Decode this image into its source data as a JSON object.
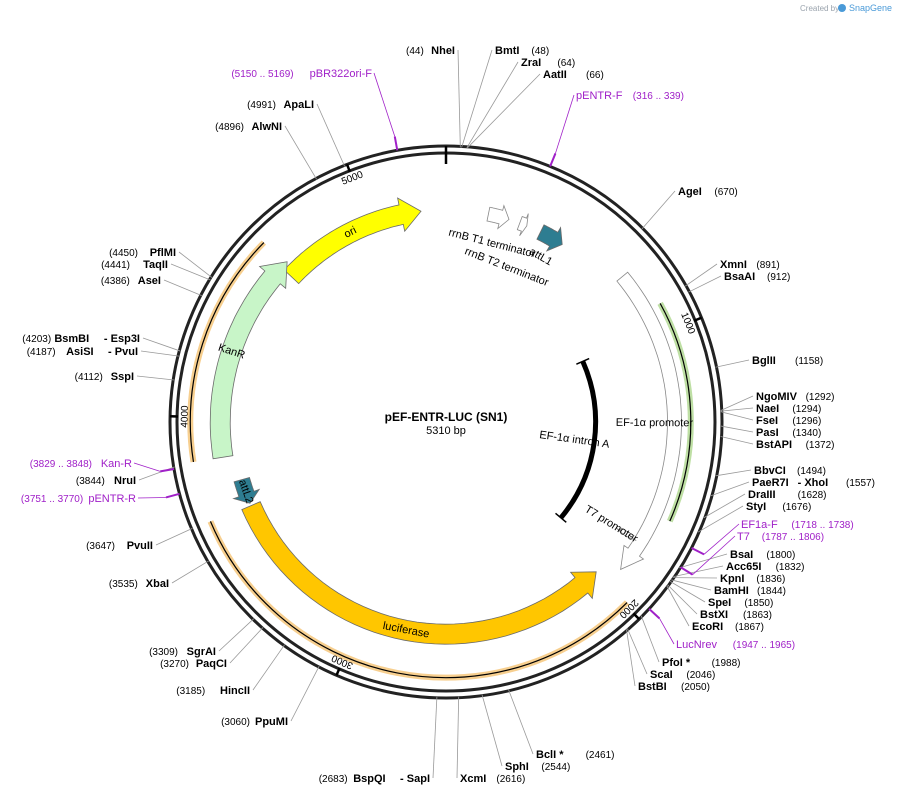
{
  "credit": {
    "prefix": "Created by",
    "brand": "SnapGene"
  },
  "plasmid": {
    "name": "pEF-ENTR-LUC (SN1)",
    "size": "5310 bp",
    "length": 5310
  },
  "ticks": [
    {
      "bp": 1000,
      "label": "1000"
    },
    {
      "bp": 2000,
      "label": "2000"
    },
    {
      "bp": 3000,
      "label": "3000"
    },
    {
      "bp": 4000,
      "label": "4000"
    },
    {
      "bp": 5000,
      "label": "5000"
    }
  ],
  "features": [
    {
      "name": "ori",
      "label": "ori",
      "start": 4620,
      "end": 5210,
      "dir": 1,
      "color": "#ffff00",
      "ring": 0.78,
      "arrow": "thick"
    },
    {
      "name": "rrnB-T1-terminator",
      "label": "rrnB T1 terminator",
      "start": 170,
      "end": 255,
      "dir": 1,
      "color": "#ffffff",
      "ring": 0.78,
      "arrow": "outline"
    },
    {
      "name": "rrnB-T2-terminator",
      "label": "rrnB T2 terminator",
      "start": 300,
      "end": 330,
      "dir": 1,
      "color": "#ffffff",
      "ring": 0.78,
      "arrow": "outline"
    },
    {
      "name": "attL1",
      "label": "attL1",
      "start": 390,
      "end": 490,
      "dir": 1,
      "color": "#2e7d91",
      "ring": 0.78,
      "arrow": "small"
    },
    {
      "name": "EF-1a-promoter",
      "label": "EF-1α promoter",
      "start": 745,
      "end": 1920,
      "dir": 1,
      "color": "#ffffff",
      "ring": 0.84,
      "arrow": "outline"
    },
    {
      "name": "EF-1a-intron-A",
      "label": "EF-1α intron A",
      "start": 975,
      "end": 1915,
      "dir": 0,
      "color": "#000000",
      "ring": 0.55,
      "arrow": "line"
    },
    {
      "name": "T7-promoter",
      "label": "T7 promoter",
      "start": 1787,
      "end": 1806,
      "dir": 1,
      "color": "#ffffff",
      "ring": 0.78,
      "arrow": "outline"
    },
    {
      "name": "luciferase",
      "label": "luciferase",
      "start": 1990,
      "end": 3640,
      "dir": -1,
      "color": "#ffc600",
      "ring": 0.78,
      "arrow": "thick"
    },
    {
      "name": "attL2",
      "label": "attL2",
      "start": 3650,
      "end": 3750,
      "dir": -1,
      "color": "#2e7d91",
      "ring": 0.78,
      "arrow": "small"
    },
    {
      "name": "KanR",
      "label": "KanR",
      "start": 3850,
      "end": 4650,
      "dir": 1,
      "color": "#c8f5c8",
      "ring": 0.83,
      "arrow": "thick"
    }
  ],
  "orfs": [
    {
      "name": "orf-inner-1000",
      "start": 900,
      "end": 1680,
      "dir": 1,
      "color": "#7ec04a",
      "ring": 0.9
    },
    {
      "name": "orf-luciferase",
      "start": 1990,
      "end": 3645,
      "dir": -1,
      "color": "#f0a020",
      "ring": 0.94
    },
    {
      "name": "orf-kanr",
      "start": 3850,
      "end": 4640,
      "dir": 1,
      "color": "#f0a020",
      "ring": 0.94
    }
  ],
  "primers": [
    {
      "label": "pBR322ori-F",
      "range": "(5150 .. 5169)",
      "bp": 5160,
      "dir": 1
    },
    {
      "label": "pENTR-F",
      "range": "(316 .. 339)",
      "bp": 327,
      "dir": 1
    },
    {
      "label": "EF1a-F",
      "range": "(1718 .. 1738)",
      "bp": 1728,
      "dir": 1
    },
    {
      "label": "T7",
      "range": "(1787 .. 1806)",
      "bp": 1796,
      "dir": 1
    },
    {
      "label": "LucNrev",
      "range": "(1947 .. 1965)",
      "bp": 1956,
      "dir": -1
    },
    {
      "label": "Kan-R",
      "range": "(3829 .. 3848)",
      "bp": 3838,
      "dir": -1
    },
    {
      "label": "pENTR-R",
      "range": "(3751 .. 3770)",
      "bp": 3760,
      "dir": -1
    }
  ],
  "sites_right": [
    {
      "name": "AgeI",
      "pos": "(670)",
      "bp": 670
    },
    {
      "name": "XmnI",
      "pos": "(891)",
      "bp": 891
    },
    {
      "name": "BsaAI",
      "pos": "(912)",
      "bp": 912
    },
    {
      "name": "BglII",
      "pos": "(1158)",
      "bp": 1158
    },
    {
      "name": "NgoMIV",
      "pos": "(1292)",
      "bp": 1292
    },
    {
      "name": "NaeI",
      "pos": "(1294)",
      "bp": 1294
    },
    {
      "name": "FseI",
      "pos": "(1296)",
      "bp": 1296
    },
    {
      "name": "PasI",
      "pos": "(1340)",
      "bp": 1340
    },
    {
      "name": "BstAPI",
      "pos": "(1372)",
      "bp": 1372
    },
    {
      "name": "BbvCI",
      "pos": "(1494)",
      "bp": 1494
    },
    {
      "name": "PaeR7I",
      "pos": "(1557)",
      "bp": 1557,
      "extra": "- XhoI"
    },
    {
      "name": "DraIII",
      "pos": "(1628)",
      "bp": 1628
    },
    {
      "name": "StyI",
      "pos": "(1676)",
      "bp": 1676
    },
    {
      "name": "BsaI",
      "pos": "(1800)",
      "bp": 1800
    },
    {
      "name": "Acc65I",
      "pos": "(1832)",
      "bp": 1832
    },
    {
      "name": "KpnI",
      "pos": "(1836)",
      "bp": 1836
    },
    {
      "name": "BamHI",
      "pos": "(1844)",
      "bp": 1844
    },
    {
      "name": "SpeI",
      "pos": "(1850)",
      "bp": 1850
    },
    {
      "name": "BstXI",
      "pos": "(1863)",
      "bp": 1863
    },
    {
      "name": "EcoRI",
      "pos": "(1867)",
      "bp": 1867
    },
    {
      "name": "PfoI *",
      "pos": "(1988)",
      "bp": 1988
    },
    {
      "name": "ScaI",
      "pos": "(2046)",
      "bp": 2046
    },
    {
      "name": "BstBI",
      "pos": "(2050)",
      "bp": 2050
    },
    {
      "name": "BclI *",
      "pos": "(2461)",
      "bp": 2461
    },
    {
      "name": "SphI",
      "pos": "(2544)",
      "bp": 2544
    },
    {
      "name": "XcmI",
      "pos": "(2616)",
      "bp": 2616
    }
  ],
  "sites_top": [
    {
      "name": "NheI",
      "pos": "(44)",
      "bp": 44
    },
    {
      "name": "BmtI",
      "pos": "(48)",
      "bp": 48
    },
    {
      "name": "ZraI",
      "pos": "(64)",
      "bp": 64
    },
    {
      "name": "AatII",
      "pos": "(66)",
      "bp": 66
    }
  ],
  "sites_left": [
    {
      "name": "ApaLI",
      "pos": "(4991)",
      "bp": 4991
    },
    {
      "name": "AlwNI",
      "pos": "(4896)",
      "bp": 4896
    },
    {
      "name": "PflMI",
      "pos": "(4450)",
      "bp": 4450
    },
    {
      "name": "TaqII",
      "pos": "(4441)",
      "bp": 4441
    },
    {
      "name": "AseI",
      "pos": "(4386)",
      "bp": 4386
    },
    {
      "name": "BsmBI",
      "pos": "(4203)",
      "bp": 4203,
      "extra": "- Esp3I"
    },
    {
      "name": "AsiSI",
      "pos": "(4187)",
      "bp": 4187,
      "extra": "- PvuI"
    },
    {
      "name": "SspI",
      "pos": "(4112)",
      "bp": 4112
    },
    {
      "name": "NruI",
      "pos": "(3844)",
      "bp": 3844
    },
    {
      "name": "PvuII",
      "pos": "(3647)",
      "bp": 3647
    },
    {
      "name": "XbaI",
      "pos": "(3535)",
      "bp": 3535
    },
    {
      "name": "SgrAI",
      "pos": "(3309)",
      "bp": 3309
    },
    {
      "name": "PaqCI",
      "pos": "(3270)",
      "bp": 3270
    },
    {
      "name": "HincII",
      "pos": "(3185)",
      "bp": 3185
    },
    {
      "name": "PpuMI",
      "pos": "(3060)",
      "bp": 3060
    },
    {
      "name": "BspQI",
      "pos": "(2683)",
      "bp": 2683,
      "extra": "- SapI"
    }
  ]
}
